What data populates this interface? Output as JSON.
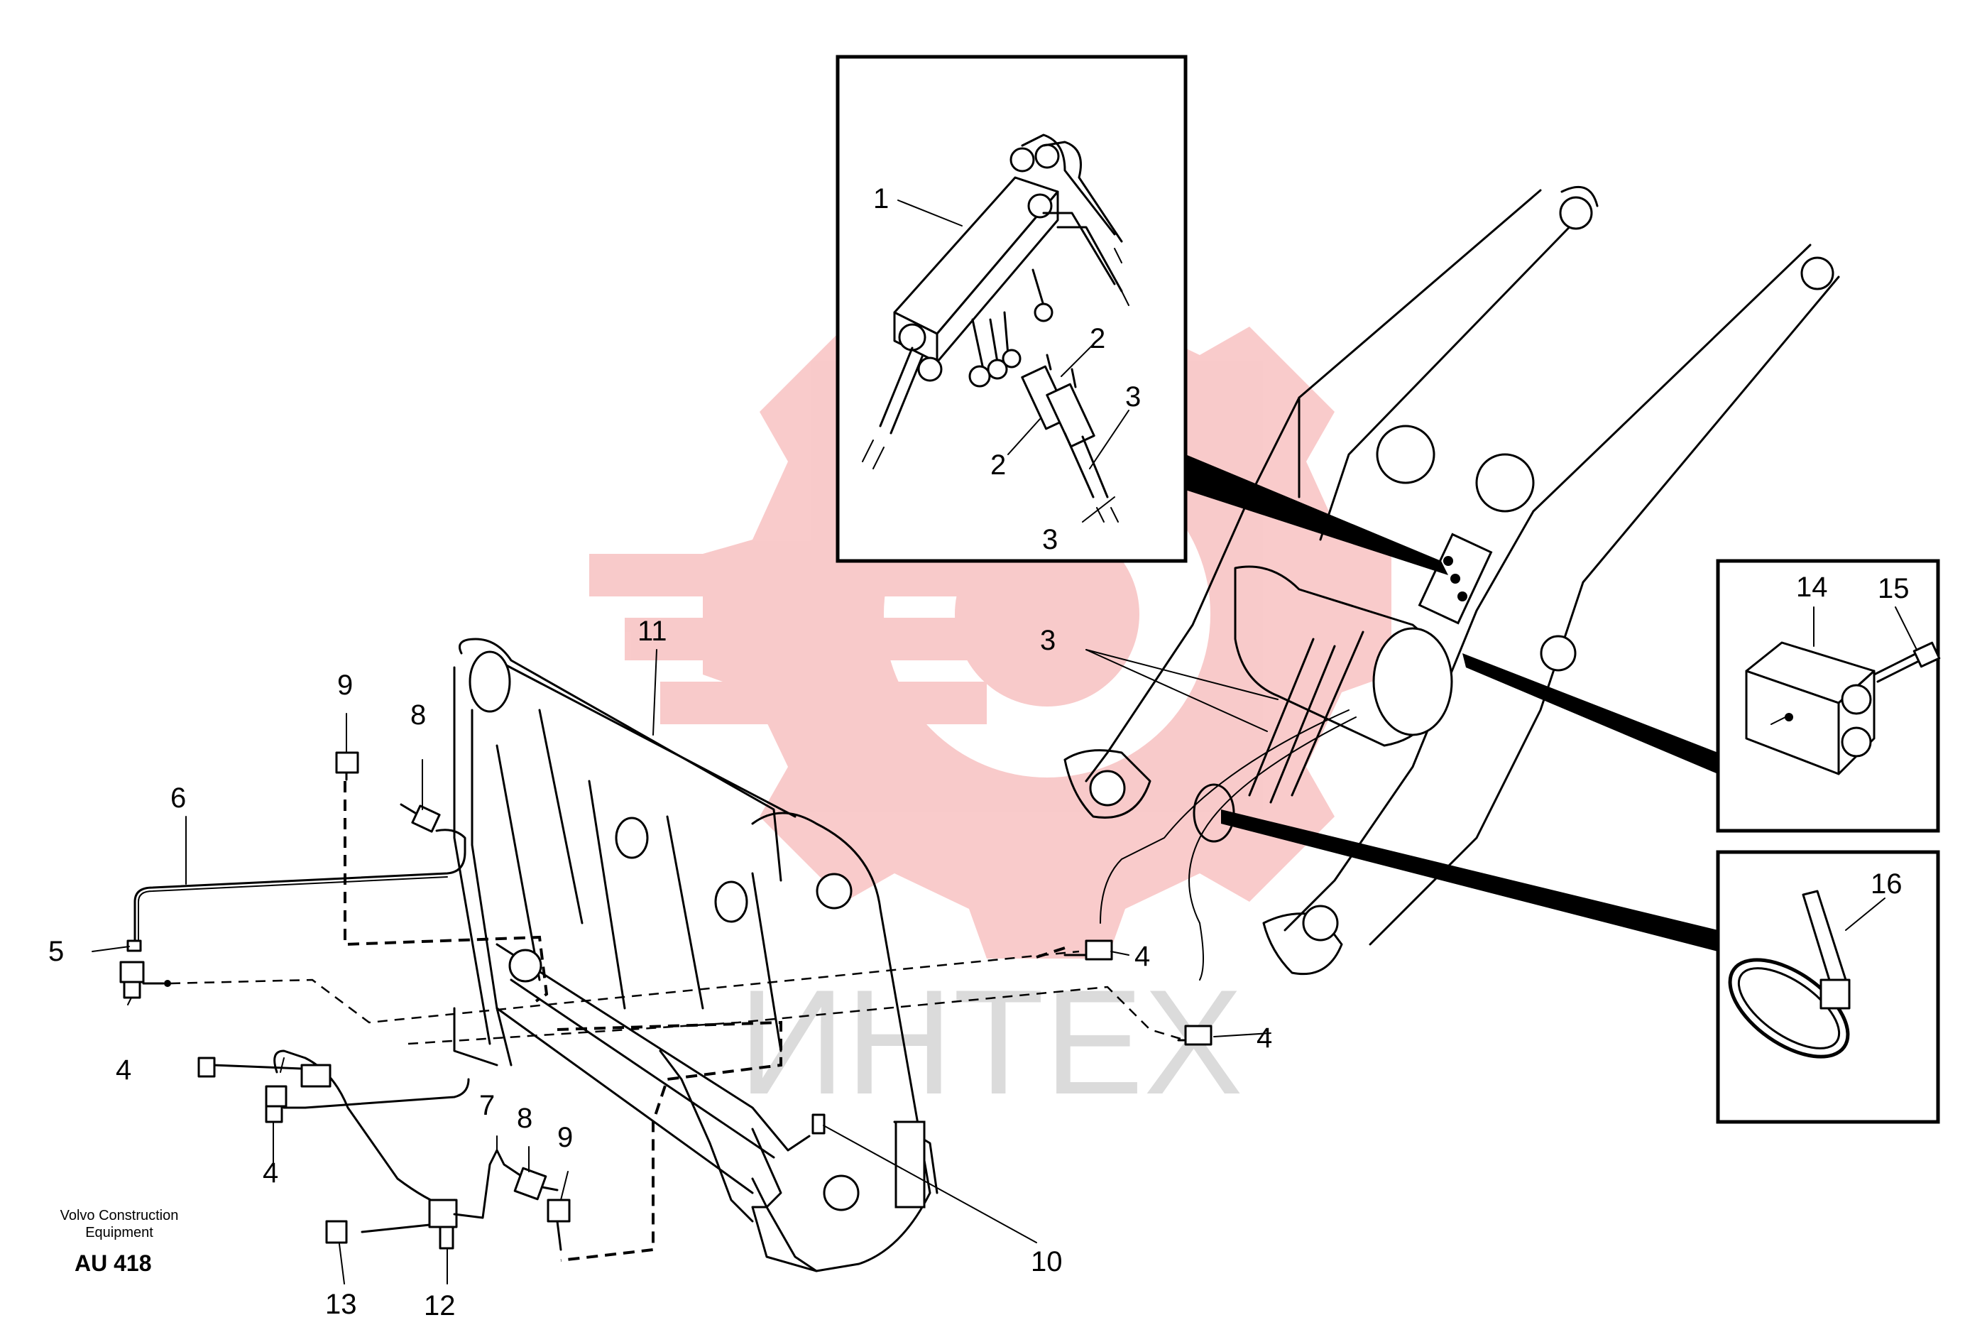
{
  "publisher": {
    "line1": "Volvo Construction",
    "line2": "Equipment",
    "figure_code": "AU 418"
  },
  "watermark": {
    "text": "ИНТЕХ",
    "logo": "gear-logo-watermark",
    "logo_color": "#f4a0a0",
    "text_color": "#cfcfcf"
  },
  "callouts": {
    "detail_valve": {
      "c1": "1",
      "c2a": "2",
      "c2b": "2",
      "c3a": "3",
      "c3b": "3"
    },
    "main": {
      "c3": "3",
      "c4a": "4",
      "c4b": "4",
      "c4c": "4",
      "c4d": "4",
      "c5": "5",
      "c6": "6",
      "c7": "7",
      "c8a": "8",
      "c8b": "8",
      "c9a": "9",
      "c9b": "9",
      "c10": "10",
      "c11": "11",
      "c12": "12",
      "c13": "13"
    },
    "detail_clamp": {
      "c14": "14",
      "c15": "15"
    },
    "detail_tie": {
      "c16": "16"
    }
  }
}
